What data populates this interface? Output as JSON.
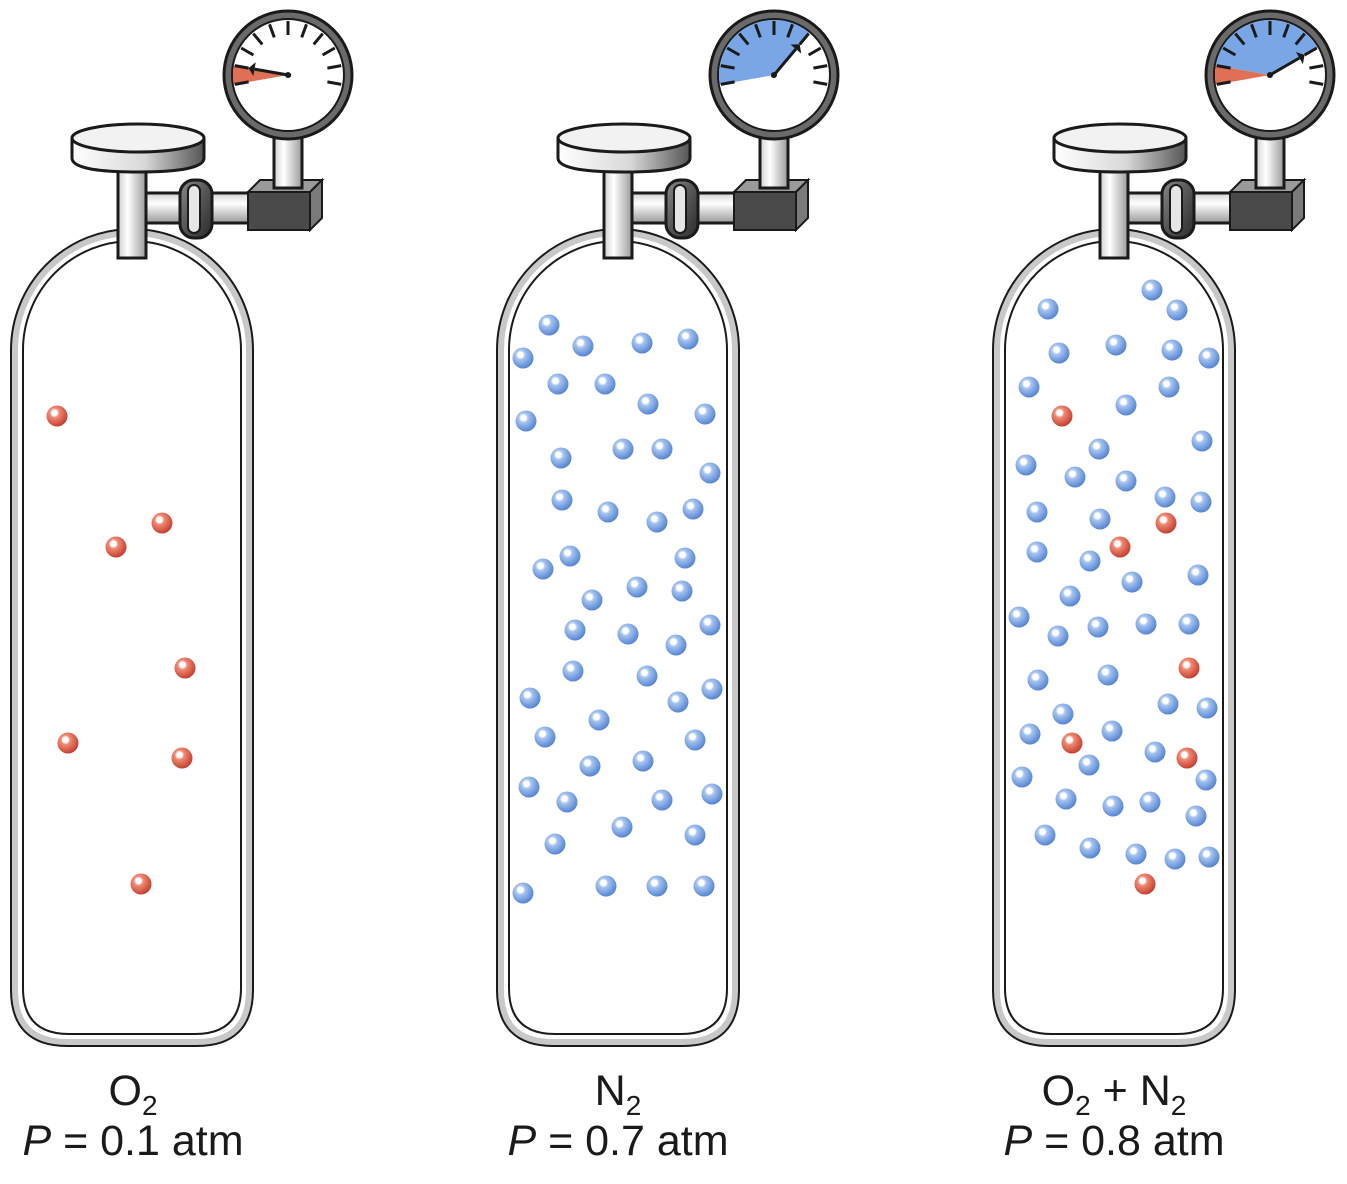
{
  "colors": {
    "oxygen": "#e0604a",
    "nitrogen": "#7aa6e6",
    "gauge_red": "#e07055",
    "gauge_blue": "#7aa6e6",
    "outline": "#1a1a1a"
  },
  "cylinders": [
    {
      "id": "o2",
      "formula_parts": [
        {
          "symbol": "O",
          "sub": "2"
        }
      ],
      "pressure_symbol": "P",
      "pressure_text": "= 0.1 atm",
      "pressure_atm": 0.1,
      "gauge_segments": [
        {
          "gas": "oxygen",
          "fraction": 0.1
        }
      ],
      "oxygen_count": 7,
      "nitrogen_count": 0
    },
    {
      "id": "n2",
      "formula_parts": [
        {
          "symbol": "N",
          "sub": "2"
        }
      ],
      "pressure_symbol": "P",
      "pressure_text": "= 0.7 atm",
      "pressure_atm": 0.7,
      "gauge_segments": [
        {
          "gas": "nitrogen",
          "fraction": 0.7
        }
      ],
      "oxygen_count": 0,
      "nitrogen_count": 49
    },
    {
      "id": "mix",
      "formula_parts": [
        {
          "symbol": "O",
          "sub": "2"
        },
        {
          "symbol": " + N",
          "sub": "2"
        }
      ],
      "pressure_symbol": "P",
      "pressure_text": "= 0.8 atm",
      "pressure_atm": 0.8,
      "gauge_segments": [
        {
          "gas": "oxygen",
          "fraction": 0.1
        },
        {
          "gas": "nitrogen",
          "fraction": 0.7
        }
      ],
      "oxygen_count": 7,
      "nitrogen_count": 49
    }
  ]
}
